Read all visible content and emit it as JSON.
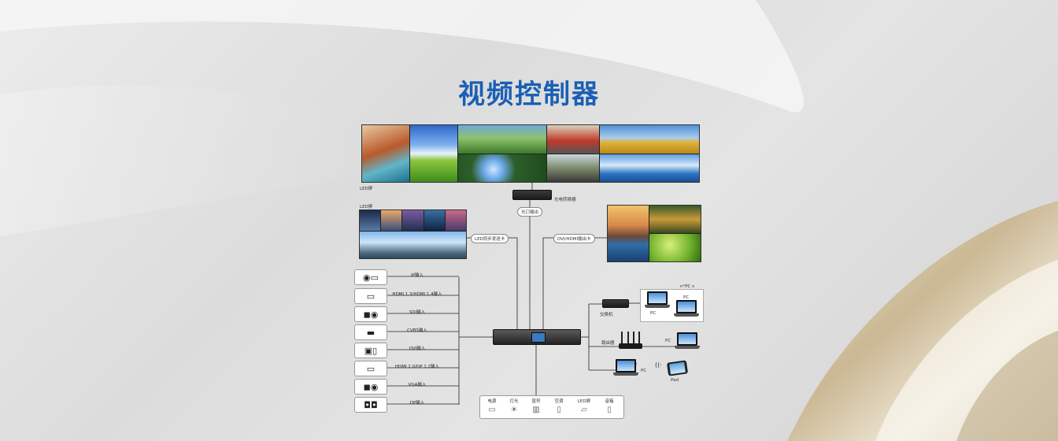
{
  "title": "视频控制器",
  "colors": {
    "title": "#1b5fb5",
    "wire": "#222222"
  },
  "top_wall": {
    "label": "LED屏"
  },
  "fiber_device": {
    "label": "光电转换器",
    "tag": "光口输出"
  },
  "left_wall": {
    "label": "LED屏",
    "tag": "LED同步发送卡"
  },
  "right_wall": {
    "tag": "DVI/HDMI输出卡"
  },
  "inputs": [
    {
      "label": "IP输入",
      "icon": "ip-camera-icon"
    },
    {
      "label": "HDMI 1.3/HDMI 1.4输入",
      "icon": "laptop-icon"
    },
    {
      "label": "SDI输入",
      "icon": "video-camera-icon"
    },
    {
      "label": "CVBS输入",
      "icon": "dvd-player-icon"
    },
    {
      "label": "DVI输入",
      "icon": "computer-icon"
    },
    {
      "label": "HDMI 2.0/DP 1.2输入",
      "icon": "laptop-icon"
    },
    {
      "label": "VGA输入",
      "icon": "video-camera-icon"
    },
    {
      "label": "DP输入",
      "icon": "camera-icon"
    }
  ],
  "network": {
    "switch_label": "交换机",
    "router_label": "路由器",
    "group_label": "n*PC s",
    "pc_labels": [
      "PC",
      "PC",
      "PC",
      "PC"
    ],
    "pad_label": "Pad"
  },
  "appliances": [
    {
      "label": "电源",
      "icon": "power-strip-icon"
    },
    {
      "label": "灯光",
      "icon": "light-bulb-icon"
    },
    {
      "label": "窗帘",
      "icon": "curtain-icon"
    },
    {
      "label": "空调",
      "icon": "air-conditioner-icon"
    },
    {
      "label": "LED屏",
      "icon": "led-screen-icon"
    },
    {
      "label": "音箱",
      "icon": "speaker-icon"
    }
  ]
}
